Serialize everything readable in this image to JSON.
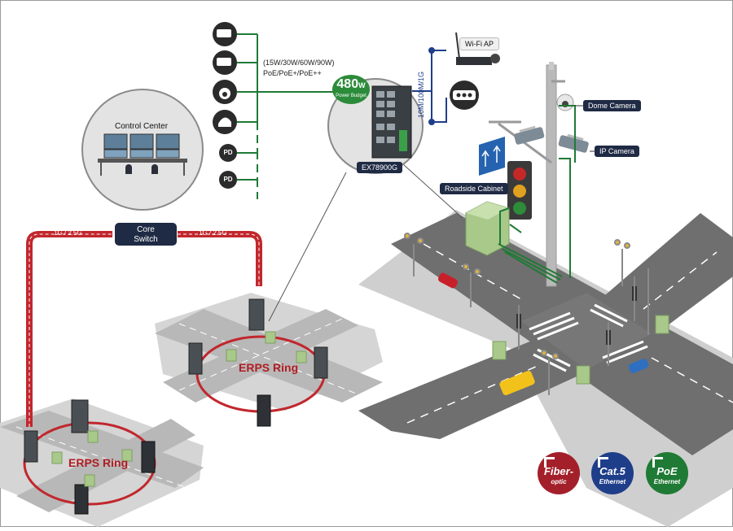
{
  "control_center": {
    "label": "Control Center"
  },
  "core_switch": {
    "line1": "Core",
    "line2": "Switch"
  },
  "links": {
    "left_speed": "1G / 2.5G",
    "right_speed": "1G / 2.5G"
  },
  "poe": {
    "wattage": "(15W/30W/60W/90W)",
    "standards": "PoE/PoE+/PoE++"
  },
  "budget": {
    "value": "480",
    "unit": "W",
    "label": "Power Budget"
  },
  "device": {
    "model": "EX78900G"
  },
  "uplink": {
    "speed": "10M/100M/1G"
  },
  "pd_labels": [
    "PD",
    "PD"
  ],
  "tags": {
    "wifi_ap": "Wi-Fi AP",
    "dome_camera": "Dome Camera",
    "ip_camera": "IP Camera",
    "roadside_cabinet": "Roadside Cabinet"
  },
  "rings": {
    "left": "ERPS Ring",
    "middle": "ERPS Ring"
  },
  "legend": [
    {
      "title": "Fiber-",
      "subtitle": "optic",
      "color": "#a3202a"
    },
    {
      "title": "Cat.5",
      "subtitle": "Ethernet",
      "color": "#1f3e8a"
    },
    {
      "title": "PoE",
      "subtitle": "Ethernet",
      "color": "#1f7a35"
    }
  ],
  "colors": {
    "fiber": "#c1272d",
    "ethernet": "#1f3e8a",
    "poe": "#1f7a35",
    "road": "#6e6e6e",
    "pavement": "#c9c9c9"
  }
}
